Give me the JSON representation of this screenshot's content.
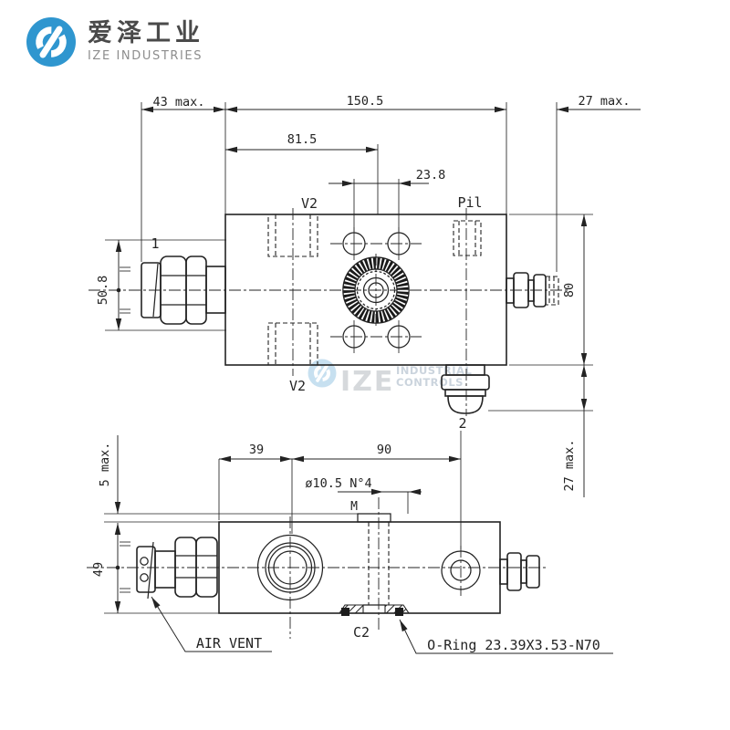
{
  "brand": {
    "cn": "爱泽工业",
    "en": "IZE INDUSTRIES"
  },
  "watermark": {
    "ize": "IZE",
    "l1": "INDUSTRIAL",
    "l2": "CONTROLS"
  },
  "colors": {
    "line": "#232323",
    "logo_blue": "#2f96cf",
    "paper": "#ffffff"
  },
  "top_view": {
    "d43": "43 max.",
    "d150": "150.5",
    "d27_right": "27 max.",
    "d81": "81.5",
    "d23": "23.8",
    "d50": "50.8",
    "d80": "80",
    "d27_bottom": "27 max.",
    "v2_top": "V2",
    "v2_bottom": "V2",
    "pil": "Pil",
    "port1": "1",
    "port2": "2"
  },
  "side_view": {
    "d39": "39",
    "d90": "90",
    "dia": "ø10.5 N°4",
    "d5": "5 max.",
    "d49": "49",
    "m": "M",
    "c2": "C2",
    "air_vent": "AIR VENT",
    "oring": "O-Ring 23.39X3.53-N70"
  }
}
